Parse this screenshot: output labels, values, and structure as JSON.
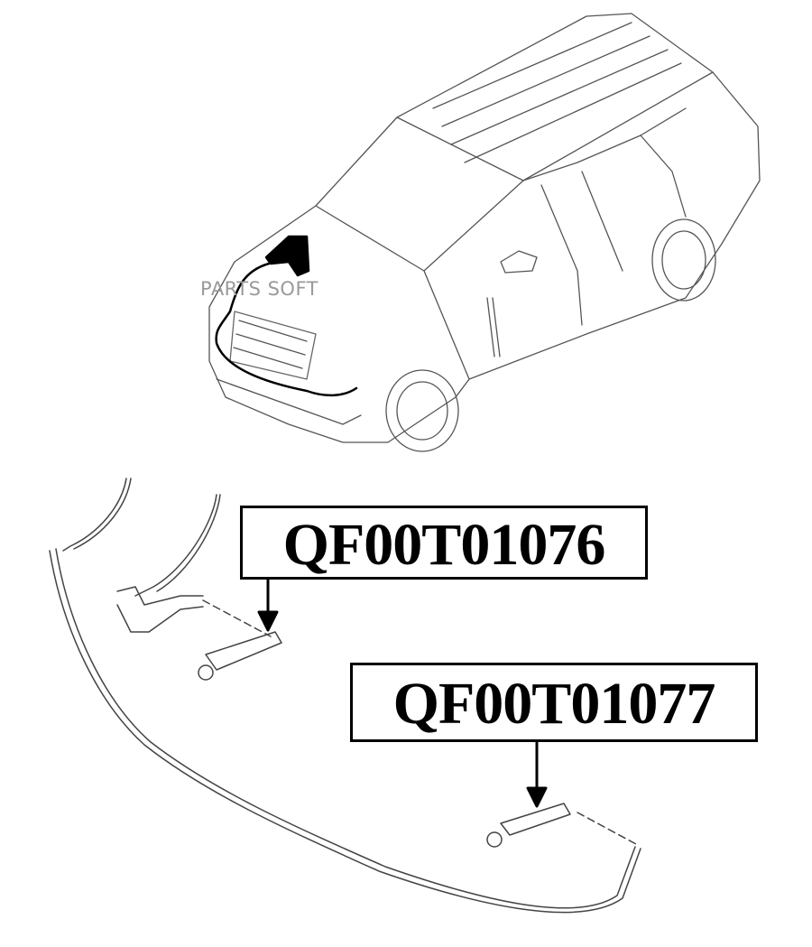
{
  "watermark": "PARTS SOFT",
  "callouts": [
    {
      "part_number": "QF00T01076"
    },
    {
      "part_number": "QF00T01077"
    }
  ]
}
